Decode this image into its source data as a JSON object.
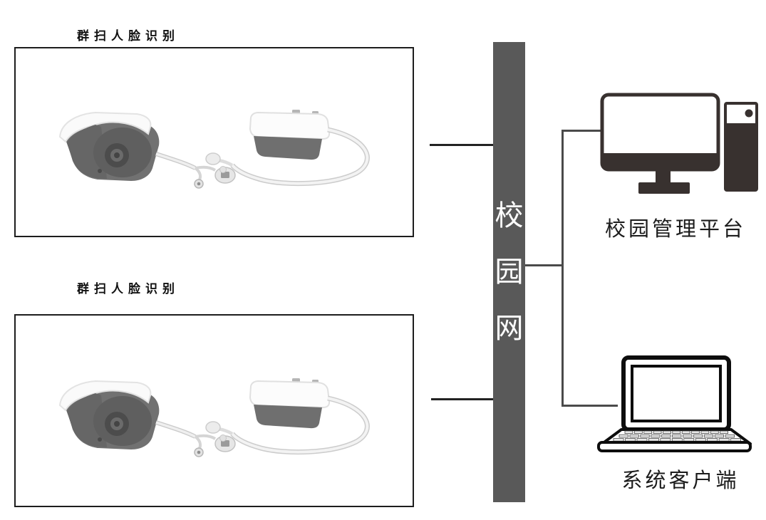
{
  "diagram": {
    "camera_groups": [
      {
        "label": "群扫人脸识别"
      },
      {
        "label": "群扫人脸识别"
      }
    ],
    "network_bar": {
      "label": "校园网",
      "chars": [
        "校",
        "园",
        "网"
      ],
      "color": "#595959"
    },
    "management_platform": {
      "label": "校园管理平台"
    },
    "system_client": {
      "label": "系统客户端"
    },
    "icons": {
      "camera": "bullet-camera-icon",
      "capture_unit": "capture-device-icon",
      "desktop": "desktop-computer-icon",
      "laptop": "laptop-icon"
    },
    "colors": {
      "network_bar": "#595959",
      "box_border": "#1d1d1d",
      "connector_left": "#222222",
      "connector_right": "#4a4a4a",
      "device_dark": "#38312f"
    }
  }
}
